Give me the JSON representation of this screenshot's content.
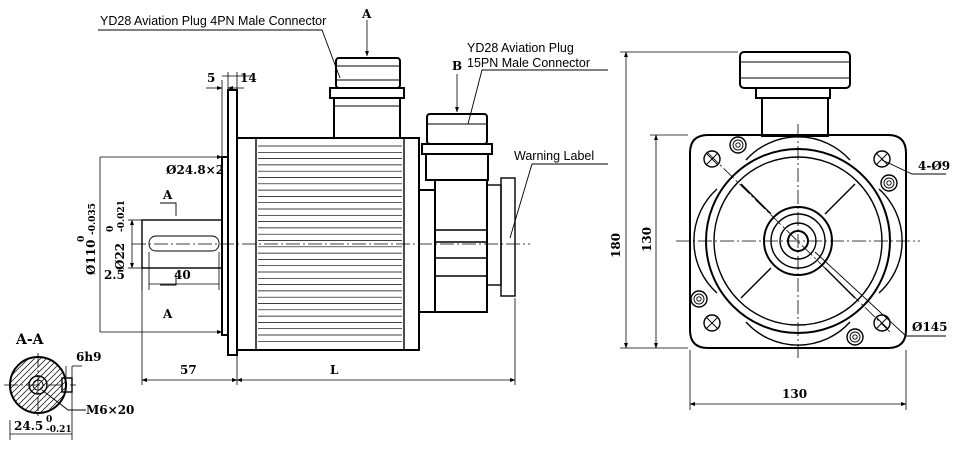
{
  "callouts": {
    "plug_4pn": "YD28 Aviation Plug 4PN Male Connector",
    "plug_15pn_line1": "YD28 Aviation Plug",
    "plug_15pn_line2": "15PN Male Connector",
    "warning_label": "Warning Label"
  },
  "section_marks": {
    "a_top": "A",
    "b_top": "B",
    "a_shaft_upper": "A",
    "a_shaft_lower": "A",
    "section_title": "A-A"
  },
  "dimensions": {
    "flange_thickness": "5",
    "flange_offset": "14",
    "keyway_hole": "Ø24.8×2",
    "pilot_dia": "Ø110",
    "pilot_tol_upper": "0",
    "pilot_tol_lower": "-0.035",
    "shaft_dia": "Ø22",
    "shaft_tol_upper": "0",
    "shaft_tol_lower": "-0.021",
    "key_offset": "2.5",
    "key_length": "40",
    "shaft_length": "57",
    "body_length": "L",
    "overall_height": "180",
    "flange_height": "130",
    "flange_width": "130",
    "mounting_holes": "4-Ø9",
    "bolt_circle": "Ø145",
    "key_width": "6h9",
    "tapped_hole": "M6×20",
    "key_depth": "24.5",
    "key_depth_tol_upper": "0",
    "key_depth_tol_lower": "-0.21"
  }
}
